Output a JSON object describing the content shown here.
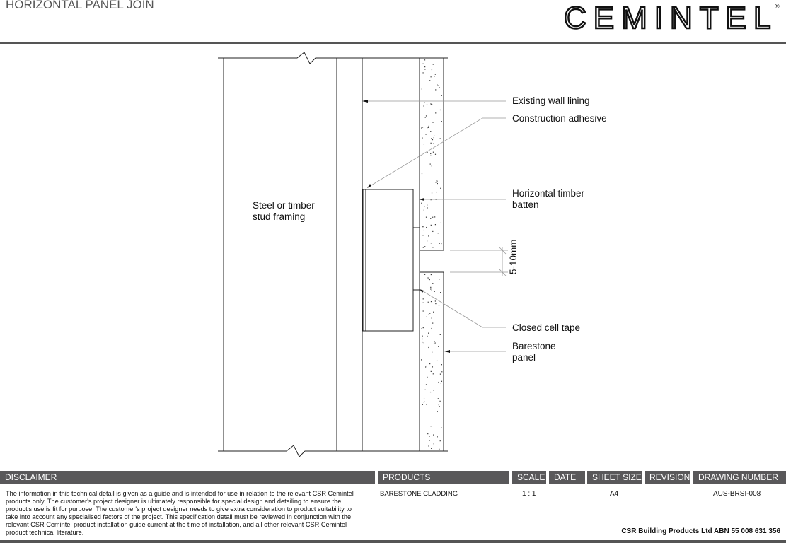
{
  "title": "HORIZONTAL PANEL JOIN",
  "logo": "CEMINTEL",
  "labels": {
    "stud": [
      "Steel or timber",
      "stud framing"
    ],
    "lining": "Existing wall lining",
    "adhesive": "Construction adhesive",
    "batten": [
      "Horizontal timber",
      "batten"
    ],
    "gap": "5-10mm",
    "tape": "Closed cell tape",
    "panel": [
      "Barestone",
      "panel"
    ]
  },
  "footer": {
    "disclaimer_h": "DISCLAIMER",
    "products_h": "PRODUCTS",
    "scale_h": "SCALE",
    "date_h": "DATE",
    "sheet_h": "SHEET SIZE",
    "rev_h": "REVISION",
    "dwg_h": "DRAWING NUMBER",
    "disclaimer": "The information in this technical detail is given as a guide and is intended for use in relation to the relevant CSR Cemintel products only. The customer's project designer is ultimately responsible for special design and detailing to ensure the product's use is fit for purpose. The customer's project designer needs to give extra consideration to product suitability to take into account any specialised factors of the project. This specification detail must be reviewed in conjunction with the relevant CSR Cemintel product installation guide current at the time of installation, and all other relevant CSR Cemintel product technical literature.",
    "products": "BARESTONE CLADDING",
    "scale": "1 : 1",
    "sheet": "A4",
    "dwg": "AUS-BRSI-008",
    "abn": "CSR Building Products Ltd ABN  55 008 631 356"
  }
}
